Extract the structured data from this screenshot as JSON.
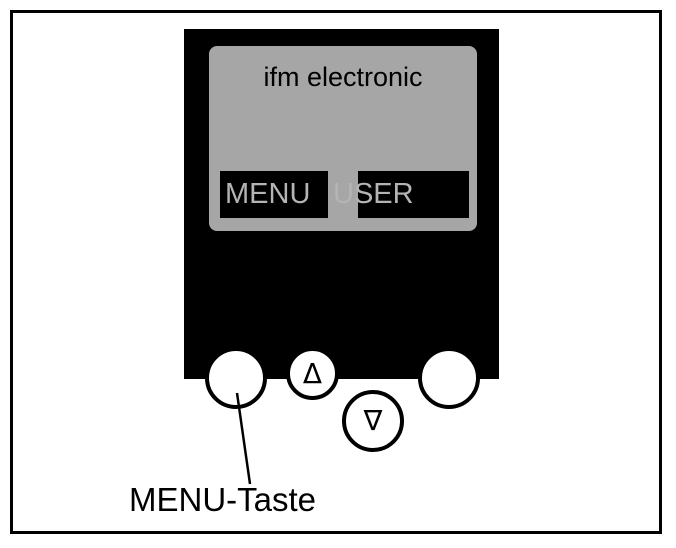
{
  "display": {
    "brand": "ifm electronic",
    "softkey_left": "MENU",
    "softkey_right": "USER"
  },
  "buttons": {
    "up_symbol": "Δ",
    "down_symbol": "∇"
  },
  "caption": "MENU-Taste",
  "icons": {
    "up_button": "triangle-up-icon",
    "down_button": "triangle-down-icon"
  },
  "colors": {
    "housing": "#000000",
    "screen": "#a6a6a6",
    "softkey_text": "#b4b4b4",
    "button": "#ffffff"
  }
}
